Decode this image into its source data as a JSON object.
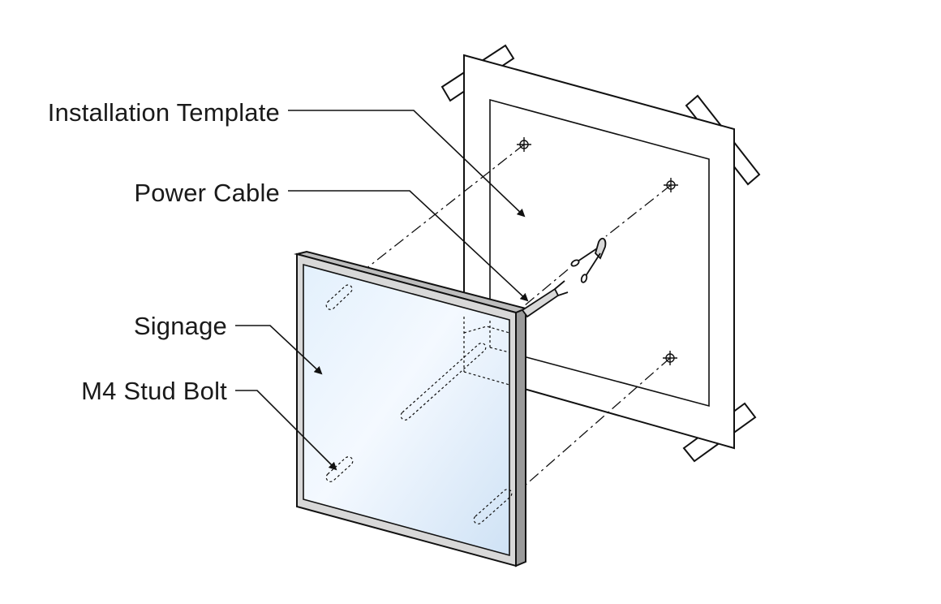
{
  "labels": {
    "installation_template": "Installation Template",
    "power_cable": "Power Cable",
    "signage": "Signage",
    "stud_bolt": "M4 Stud Bolt"
  },
  "colors": {
    "line": "#111111",
    "glass_light": "#f2f8ff",
    "glass_dark": "#cfe3f7",
    "frame_face": "#d8d8d8",
    "frame_side": "#9a9a9a"
  }
}
